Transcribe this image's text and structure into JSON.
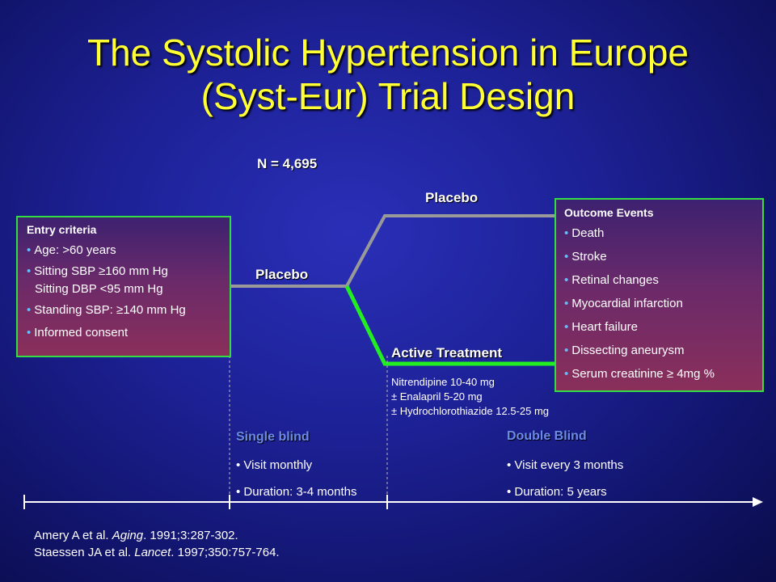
{
  "title": {
    "line1": "The Systolic Hypertension in Europe",
    "line2": "(Syst-Eur) Trial Design"
  },
  "sample_size": "N = 4,695",
  "arms": {
    "run_in_label": "Placebo",
    "placebo_label": "Placebo",
    "active_label": "Active Treatment"
  },
  "entry_criteria": {
    "heading": "Entry criteria",
    "items": [
      "Age: >60 years",
      "Sitting SBP ≥160 mm Hg",
      "Sitting DBP <95 mm Hg",
      "Standing SBP: ≥140 mm Hg",
      "Informed consent"
    ]
  },
  "outcome_events": {
    "heading": "Outcome Events",
    "items": [
      "Death",
      "Stroke",
      "Retinal changes",
      "Myocardial infarction",
      "Heart failure",
      "Dissecting aneurysm",
      "Serum creatinine ≥ 4mg %"
    ]
  },
  "active_regimen": [
    "Nitrendipine  10-40  mg",
    "±  Enalapril  5-20  mg",
    "±  Hydrochlorothiazide  12.5-25  mg"
  ],
  "phases": {
    "single_blind": {
      "title": "Single blind",
      "items": [
        "Visit monthly",
        "Duration: 3-4 months"
      ]
    },
    "double_blind": {
      "title": "Double Blind",
      "items": [
        "Visit every 3 months",
        "Duration: 5 years"
      ]
    }
  },
  "references": {
    "ref1_pre": "Amery A et al. ",
    "ref1_journal": "Aging",
    "ref1_post": ". 1991;3:287-302.",
    "ref2_pre": "Staessen JA et al. ",
    "ref2_journal": "Lancet",
    "ref2_post": ". 1997;350:757-764."
  },
  "colors": {
    "title": "#ffff33",
    "placebo_line": "#999999",
    "active_line": "#22ee22",
    "box_border": "#33dd44",
    "phase_title": "#6b8be8",
    "bullet": "#5fc0ff"
  }
}
